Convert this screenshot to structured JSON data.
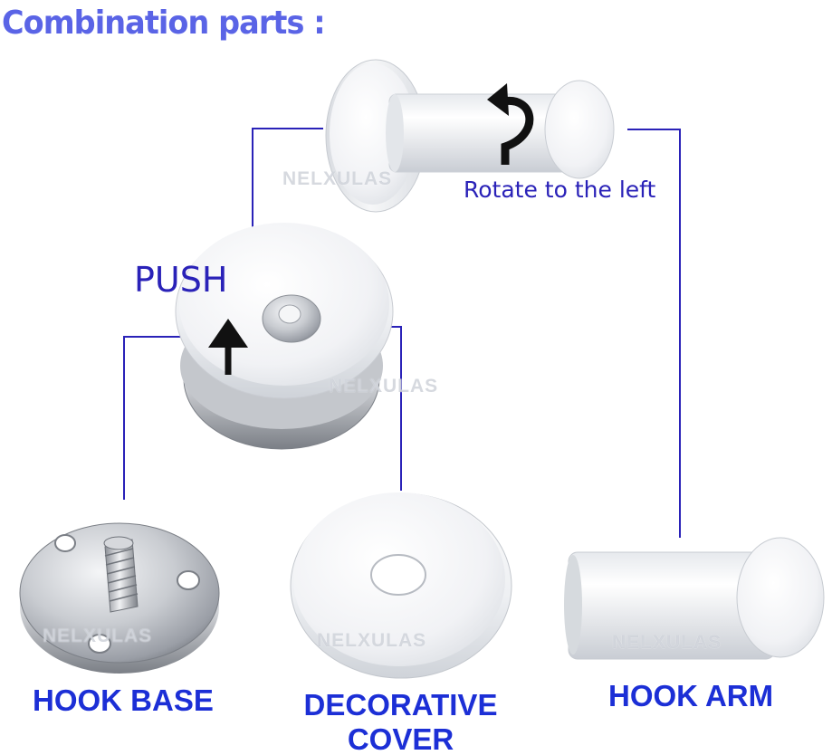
{
  "heading": "Combination parts :",
  "annotations": {
    "push": "PUSH",
    "rotate": "Rotate to the left"
  },
  "captions": {
    "hook_base": "HOOK BASE",
    "decorative_cover": "DECORATIVE COVER",
    "hook_arm": "HOOK ARM"
  },
  "watermark": "NELXULAS",
  "icons": {
    "push": "up-arrow-icon",
    "rotate": "rotate-left-arrow-icon"
  },
  "colors": {
    "heading": "#5a64e6",
    "annotation_text": "#2a22b8",
    "caption_text": "#1c2fd6",
    "leader_lines": "#2a22b8",
    "arrows": "#111111"
  }
}
